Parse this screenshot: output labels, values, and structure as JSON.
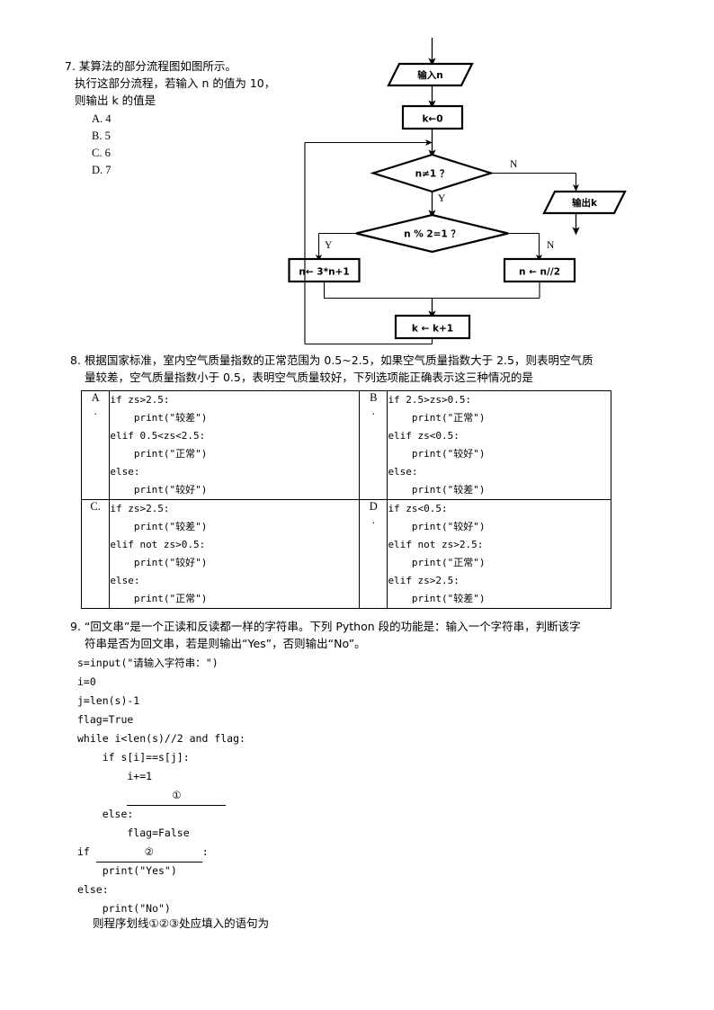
{
  "question7": {
    "number": "7.",
    "lines": [
      "7. 某算法的部分流程图如图所示。",
      "执行这部分流程，若输入 n 的值为 10，",
      "则输出 k 的值是"
    ],
    "options": [
      "A. 4",
      "B. 5",
      "C. 6",
      "D. 7"
    ],
    "flowchart": {
      "input_n": "输入n",
      "init_k": "k←0",
      "cond_loop": "n≠1 ？",
      "cond_loop_yes": "Y",
      "cond_loop_no": "N",
      "output_k": "输出k",
      "cond_mod": "n % 2=1 ？",
      "cond_mod_yes": "Y",
      "cond_mod_no": "N",
      "branch_odd": "n← 3*n+1",
      "branch_even": "n ← n//2",
      "counter": "k ← k+1"
    }
  },
  "question8": {
    "lines": [
      "8. 根据国家标准，室内空气质量指数的正常范围为 0.5~2.5，如果空气质量指数大于 2.5，则表明空气质",
      "量较差，空气质量指数小于 0.5，表明空气质量较好，下列选项能正确表示这三种情况的是"
    ],
    "options": [
      {
        "label_top": "A",
        "label_bottom": ".",
        "code": [
          "if zs>2.5:",
          "    print(\"较差\")",
          "elif 0.5<zs<2.5:",
          "    print(\"正常\")",
          "else:",
          "    print(\"较好\")"
        ]
      },
      {
        "label_top": "B",
        "label_bottom": ".",
        "code": [
          "if 2.5>zs>0.5:",
          "    print(\"正常\")",
          "elif zs<0.5:",
          "    print(\"较好\")",
          "else:",
          "    print(\"较差\")"
        ]
      },
      {
        "label_top": "C.",
        "label_bottom": "",
        "code": [
          "if zs>2.5:",
          "    print(\"较差\")",
          "elif not zs>0.5:",
          "    print(\"较好\")",
          "else:",
          "    print(\"正常\")"
        ]
      },
      {
        "label_top": "D",
        "label_bottom": ".",
        "code": [
          "if zs<0.5:",
          "    print(\"较好\")",
          "elif not zs>2.5:",
          "    print(\"正常\")",
          "elif zs>2.5:",
          "    print(\"较差\")"
        ]
      }
    ]
  },
  "question9": {
    "lines": [
      "9.  “回文串”是一个正读和反读都一样的字符串。下列 Python 段的功能是：输入一个字符串，判断该字",
      "符串是否为回文串，若是则输出“Yes”，否则输出“No”。"
    ],
    "code": [
      "s=input(\"请输入字符串：\")",
      "i=0",
      "j=len(s)-1",
      "flag=True",
      "while i<len(s)//2 and flag:",
      "    if s[i]==s[j]:",
      "        i+=1"
    ],
    "blank1_indent": "        ",
    "blank1_mark": "①",
    "code_after_blank1": [
      "    else:",
      "        flag=False"
    ],
    "blank2_prefix": "if ",
    "blank2_mark": "②",
    "blank2_suffix": ":",
    "code_after_blank2": [
      "    print(\"Yes\")",
      "else:",
      "    print(\"No\")"
    ],
    "tail": "则程序划线①②③处应填入的语句为"
  },
  "colors": {
    "ink": "#000000",
    "paper": "#ffffff"
  }
}
